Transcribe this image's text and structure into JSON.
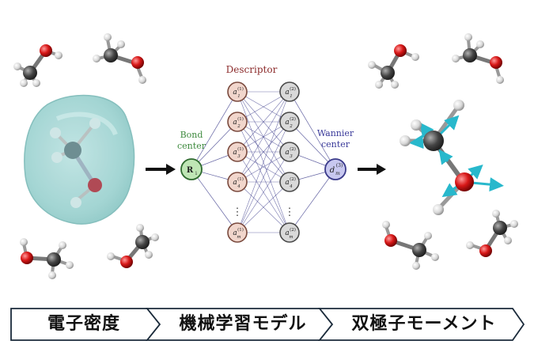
{
  "network": {
    "descriptor_label": "Descriptor",
    "bond_label_line1": "Bond",
    "bond_label_line2": "center",
    "wannier_label_line1": "Wannier",
    "wannier_label_line2": "center",
    "input_node": "R",
    "input_node_sub": "i",
    "output_node": "d",
    "output_node_sup": "(3)",
    "output_node_sub": "m",
    "layer1_sup": "(1)",
    "layer2_sup": "(2)",
    "layer1_subs": [
      "1",
      "2",
      "3",
      "4",
      "m"
    ],
    "layer2_subs": [
      "1",
      "2",
      "3",
      "4",
      "m"
    ],
    "node_letter": "a",
    "ellipsis": "⋮",
    "colors": {
      "descriptor_text": "#8b2a2a",
      "bond_text": "#3e8a3e",
      "wannier_text": "#3a3a9a",
      "layer1_fill": "#f1d6cc",
      "layer1_stroke": "#7a4a3e",
      "layer2_fill": "#d9d9d9",
      "layer2_stroke": "#4a4a4a",
      "input_fill": "#bfe6b5",
      "output_fill": "#c8c8f0",
      "edge_color": "#3a3a8a"
    }
  },
  "flow_steps": [
    {
      "label": "電子密度"
    },
    {
      "label": "機械学習モデル"
    },
    {
      "label": "双極子モーメント"
    }
  ]
}
